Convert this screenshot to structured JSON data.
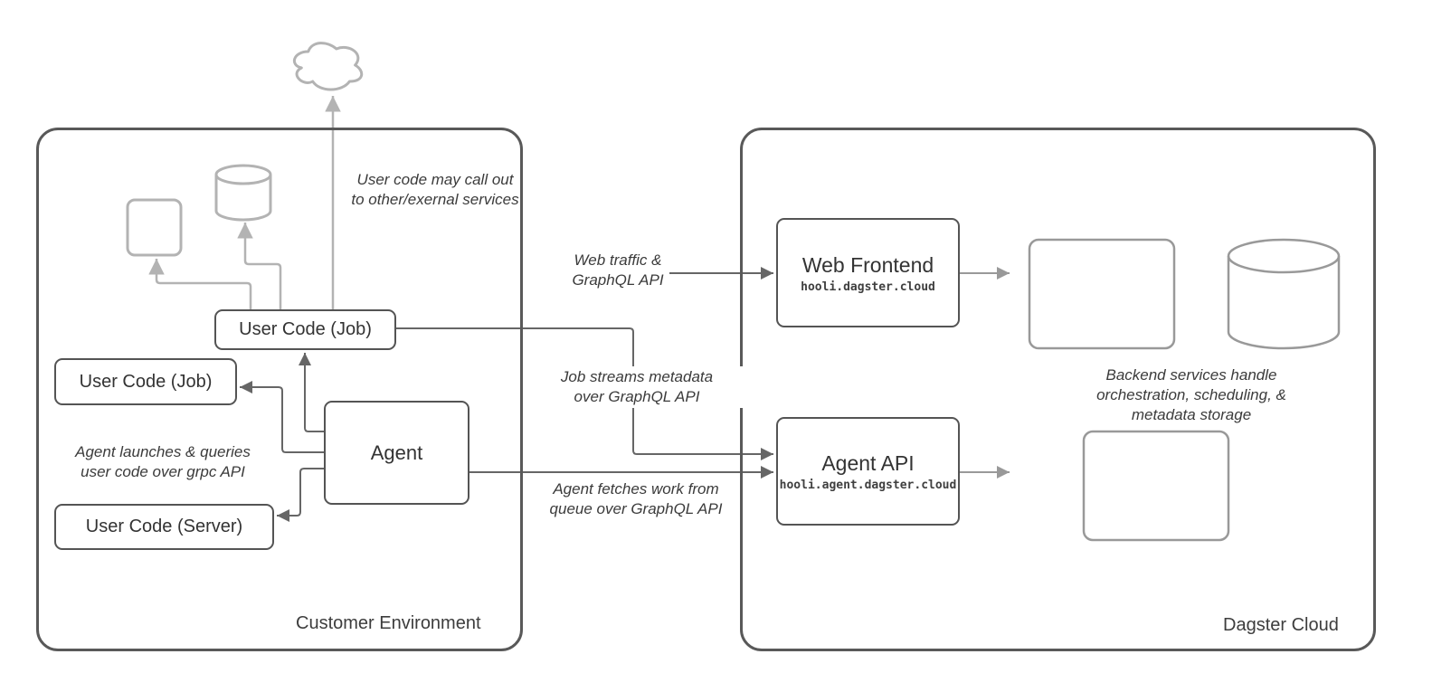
{
  "containers": {
    "customer": {
      "label": "Customer Environment"
    },
    "dagster": {
      "label": "Dagster Cloud"
    }
  },
  "nodes": {
    "user_code_job_top": {
      "label": "User Code (Job)"
    },
    "user_code_job_left": {
      "label": "User Code (Job)"
    },
    "user_code_server": {
      "label": "User Code (Server)"
    },
    "agent": {
      "label": "Agent"
    },
    "web_frontend": {
      "title": "Web Frontend",
      "subtitle": "hooli.dagster.cloud"
    },
    "agent_api": {
      "title": "Agent API",
      "subtitle": "hooli.agent.dagster.cloud"
    }
  },
  "annotations": {
    "external_services": {
      "line1": "User code may call out",
      "line2": "to other/exernal services"
    },
    "grpc_api": {
      "line1": "Agent launches & queries",
      "line2": "user code over grpc API"
    },
    "backend_services": {
      "line1": "Backend services handle",
      "line2": "orchestration, scheduling, &",
      "line3": "metadata storage"
    }
  },
  "edge_labels": {
    "web_traffic": {
      "line1": "Web traffic &",
      "line2": "GraphQL API"
    },
    "job_streams": {
      "line1": "Job streams metadata",
      "line2": "over GraphQL API"
    },
    "agent_fetches": {
      "line1": "Agent fetches work from",
      "line2": "queue over GraphQL API"
    }
  },
  "shapes": {
    "cloud": "external-services-cloud",
    "small_square": "generic-service-box",
    "small_cylinder": "generic-database",
    "backend_rect_top": "backend-service-box",
    "backend_cylinder": "metadata-storage-database",
    "backend_rect_bottom": "backend-service-box"
  },
  "colors": {
    "box_border": "#545454",
    "container_border": "#595959",
    "connector_dark": "#666666",
    "connector_mid": "#999999",
    "connector_light": "#b3b3b3",
    "text": "#333333",
    "background": "#ffffff"
  }
}
